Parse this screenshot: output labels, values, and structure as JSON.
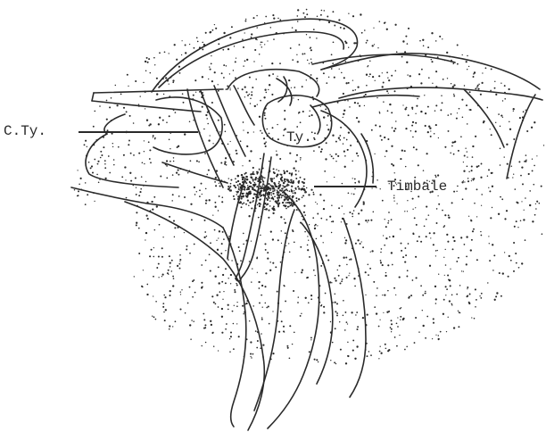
{
  "labels": {
    "c_ty": "C.Ty.",
    "ty": "Ty.",
    "timbale": "Timbale"
  },
  "colors": {
    "ink": "#2a2a2a",
    "paper": "#ffffff"
  }
}
